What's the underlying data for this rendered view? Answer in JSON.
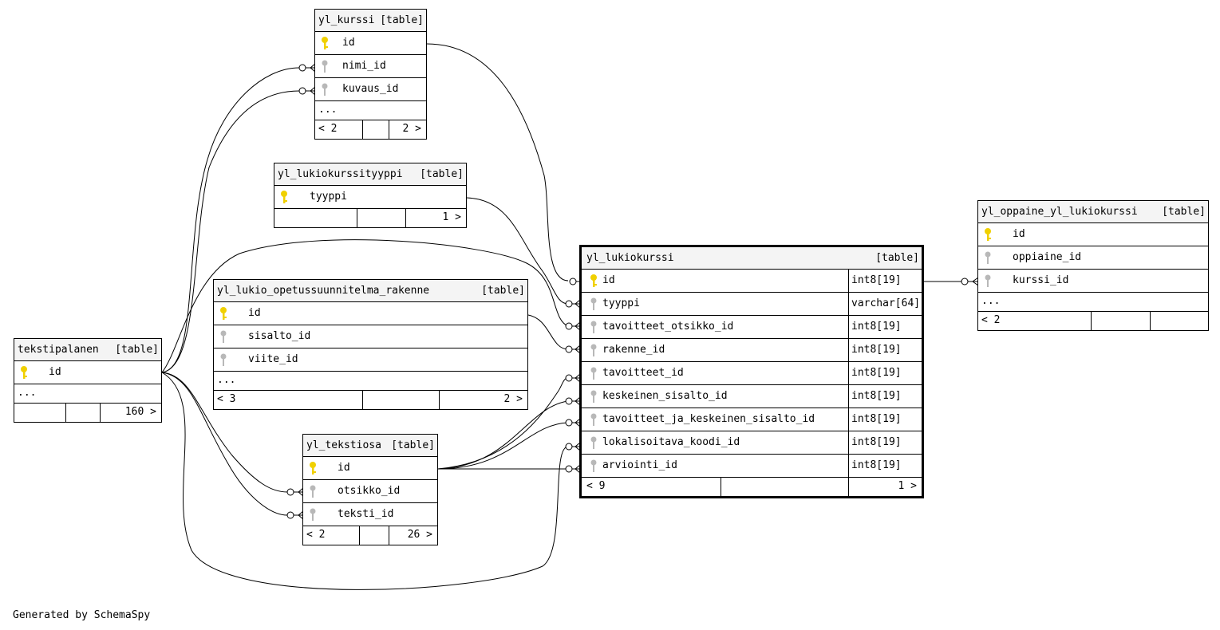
{
  "generated_by": "Generated by SchemaSpy",
  "type_label": "[table]",
  "more_label": "...",
  "key_colors": {
    "primary": "#f0d000",
    "foreign": "#b8b8b8"
  },
  "tables": {
    "yl_kurssi": {
      "name": "yl_kurssi",
      "columns": [
        "id",
        "nimi_id",
        "kuvaus_id"
      ],
      "footer": {
        "parents": "< 2",
        "children": "2 >"
      }
    },
    "yl_lukiokurssityyppi": {
      "name": "yl_lukiokurssityyppi",
      "columns": [
        "tyyppi"
      ],
      "footer": {
        "children": "1 >"
      }
    },
    "yl_lukio_opetussuunnitelma_rakenne": {
      "name": "yl_lukio_opetussuunnitelma_rakenne",
      "columns": [
        "id",
        "sisalto_id",
        "viite_id"
      ],
      "footer": {
        "parents": "< 3",
        "children": "2 >"
      }
    },
    "tekstipalanen": {
      "name": "tekstipalanen",
      "columns": [
        "id"
      ],
      "footer": {
        "children": "160 >"
      }
    },
    "yl_tekstiosa": {
      "name": "yl_tekstiosa",
      "columns": [
        "id",
        "otsikko_id",
        "teksti_id"
      ],
      "footer": {
        "parents": "< 2",
        "children": "26 >"
      }
    },
    "yl_lukiokurssi": {
      "name": "yl_lukiokurssi",
      "columns": [
        {
          "name": "id",
          "type": "int8[19]"
        },
        {
          "name": "tyyppi",
          "type": "varchar[64]"
        },
        {
          "name": "tavoitteet_otsikko_id",
          "type": "int8[19]"
        },
        {
          "name": "rakenne_id",
          "type": "int8[19]"
        },
        {
          "name": "tavoitteet_id",
          "type": "int8[19]"
        },
        {
          "name": "keskeinen_sisalto_id",
          "type": "int8[19]"
        },
        {
          "name": "tavoitteet_ja_keskeinen_sisalto_id",
          "type": "int8[19]"
        },
        {
          "name": "lokalisoitava_koodi_id",
          "type": "int8[19]"
        },
        {
          "name": "arviointi_id",
          "type": "int8[19]"
        }
      ],
      "footer": {
        "parents": "< 9",
        "children": "1 >"
      }
    },
    "yl_oppaine_yl_lukiokurssi": {
      "name": "yl_oppaine_yl_lukiokurssi",
      "columns": [
        "id",
        "oppiaine_id",
        "kurssi_id"
      ],
      "footer": {
        "parents": "< 2"
      }
    }
  }
}
